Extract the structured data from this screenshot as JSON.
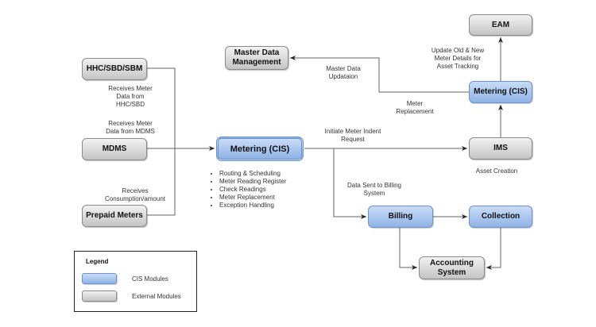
{
  "nodes": {
    "hhc": "HHC/SBD/SBM",
    "mdms": "MDMS",
    "prepaid": "Prepaid Meters",
    "metering_main": "Metering (CIS)",
    "master_data": "Master Data Management",
    "eam": "EAM",
    "metering_top": "Metering (CIS)",
    "ims": "IMS",
    "billing": "Billing",
    "collection": "Collection",
    "accounting": "Accounting System"
  },
  "labels": {
    "hhc_receive": [
      "Receives Meter",
      "Data from",
      "HHC/SBD"
    ],
    "mdms_receive": [
      "Receives Meter",
      "Data from MDMS"
    ],
    "prepaid_receive": [
      "Receives",
      "Consumption/amount"
    ],
    "master_update": [
      "Master Data",
      "Updataion"
    ],
    "eam_update": [
      "Update Old & New",
      "Meter Details for",
      "Asset Tracking"
    ],
    "meter_replacement": [
      "Meter",
      "Replacement"
    ],
    "indent_request": [
      "Initiate Meter Indent",
      "Request"
    ],
    "asset_creation": "Asset Creation",
    "billing_data": [
      "Data Sent to Billing",
      "System"
    ]
  },
  "metering_functions": [
    "Routing & Scheduling",
    "Meter Reading Register",
    "Check Readings",
    "Meter Replacement",
    "Exception Handling"
  ],
  "legend": {
    "title": "Legend",
    "items": [
      {
        "label": "CIS Modules",
        "color": "#a9c6ef"
      },
      {
        "label": "External Modules",
        "color": "#d4d4d4"
      }
    ]
  },
  "colors": {
    "cis": "#a9c6ef",
    "external": "#d4d4d4",
    "connector": "#555555"
  }
}
